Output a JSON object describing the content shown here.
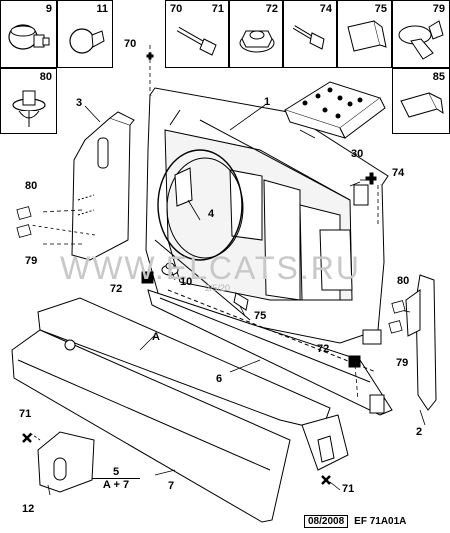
{
  "thumbnails": {
    "c9": "9",
    "c11": "11",
    "c70": "70",
    "c71": "71",
    "c72": "72",
    "c74": "74",
    "c75": "75",
    "c79": "79",
    "c80": "80",
    "c85": "85"
  },
  "callouts": {
    "n70": "70",
    "n1": "1",
    "n3": "3",
    "n30": "30",
    "n74": "74",
    "n80_left": "80",
    "n79_left": "79",
    "n4": "4",
    "n10": "10",
    "n72_left": "72",
    "n75": "75",
    "nA": "A",
    "n6": "6",
    "n72_right": "72",
    "n80_right": "80",
    "n79_right": "79",
    "n2": "2",
    "n71_left": "71",
    "n71_right": "71",
    "n12": "12",
    "n7": "7"
  },
  "formula": {
    "numerator": "5",
    "denominator": "A + 7"
  },
  "watermark": {
    "main": "WWW.ELCATS.RU",
    "small": "2/5/20"
  },
  "reference": {
    "date": "08/2008",
    "code": "EF 71A01A"
  }
}
